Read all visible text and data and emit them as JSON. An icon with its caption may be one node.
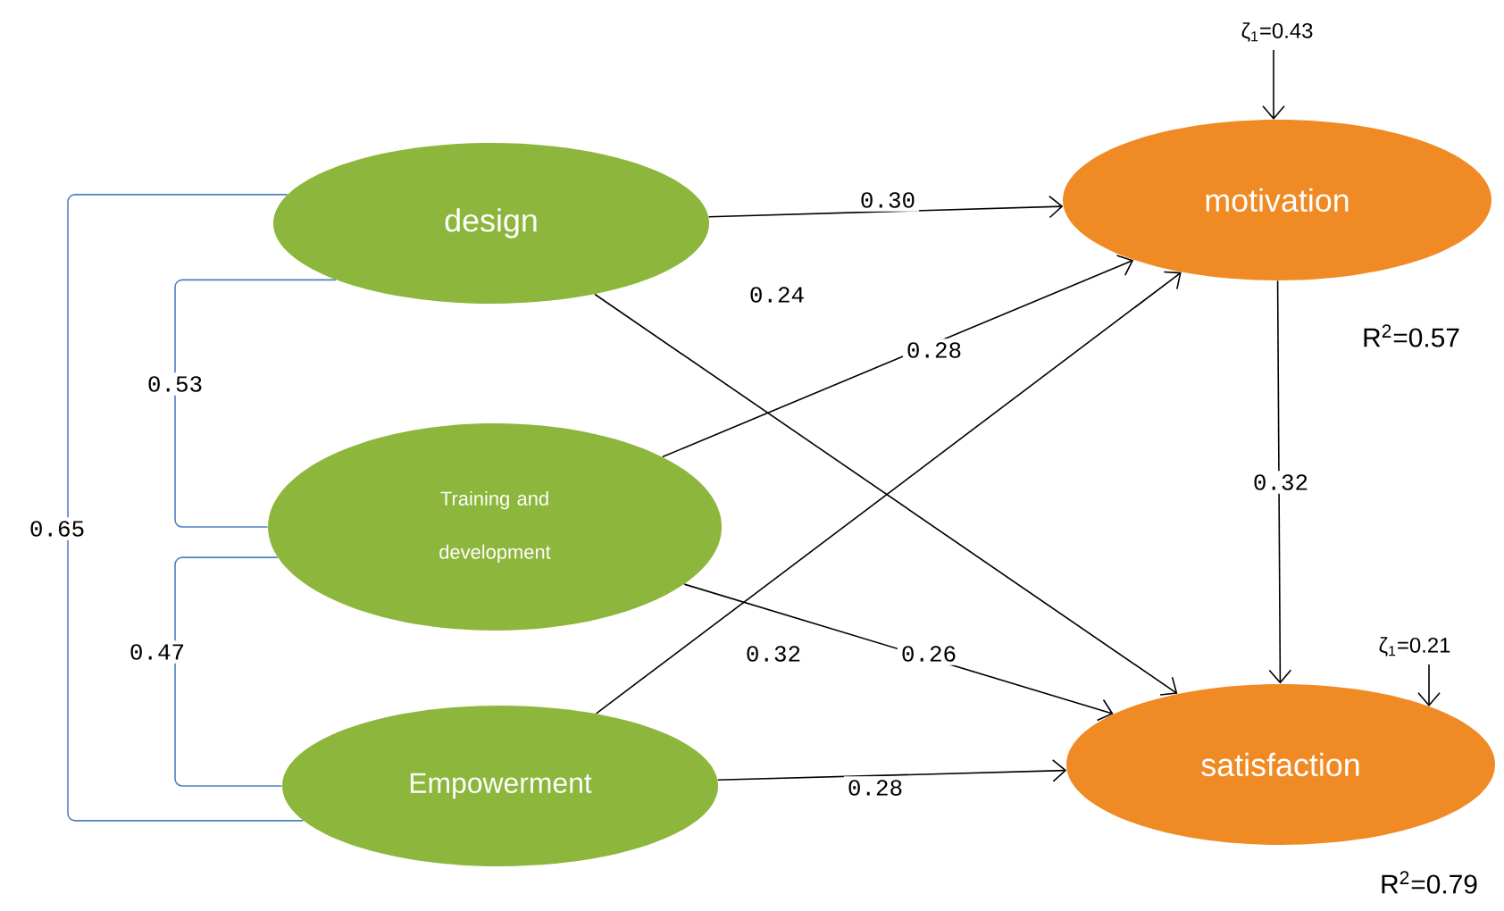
{
  "diagram": {
    "nodes": [
      {
        "text": [
          "design"
        ]
      },
      {
        "text": [
          "Training and development"
        ]
      },
      {
        "text": [
          "Empowerment"
        ]
      },
      {
        "text": [
          "motivation"
        ],
        "beside": [
          "R$^{2}$=0.57"
        ]
      },
      {
        "text": [
          "satisfaction"
        ],
        "beside": [
          "R$^{2}$=0.79"
        ]
      }
    ],
    "edges": [
      {
        "from": 0,
        "to": 3,
        "arrow": "to",
        "label": "0.30"
      },
      {
        "from": 0,
        "to": 4,
        "arrow": "to",
        "label": "0.24"
      },
      {
        "from": 1,
        "to": 3,
        "arrow": "to",
        "label": "0.28"
      },
      {
        "from": 1,
        "to": 4,
        "arrow": "to",
        "label": "0.26"
      },
      {
        "from": 2,
        "to": 3,
        "arrow": "to",
        "label": "0.32"
      },
      {
        "from": 2,
        "to": 4,
        "arrow": "to",
        "label": "0.28"
      },
      {
        "from": 3,
        "to": 4,
        "arrow": "to",
        "label": "0.32"
      },
      {
        "from": null,
        "to": 3,
        "arrow": "to",
        "label": "ζ$_{1}$=0.43"
      },
      {
        "from": null,
        "to": 4,
        "arrow": "to",
        "label": "ζ$_{1}$=0.21"
      },
      {
        "from": 0,
        "to": 1,
        "arrow": "none",
        "label": "0.53",
        "color": "#4f81bd"
      },
      {
        "from": 1,
        "to": 2,
        "arrow": "none",
        "label": "0.47",
        "color": "#4f81bd"
      },
      {
        "from": 0,
        "to": 2,
        "arrow": "none",
        "label": "0.65",
        "color": "#4f81bd"
      }
    ]
  }
}
